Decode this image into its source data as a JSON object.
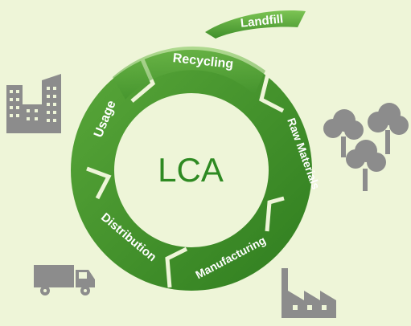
{
  "diagram": {
    "center_label": "LCA",
    "stages": [
      {
        "key": "recycling",
        "label": "Recycling"
      },
      {
        "key": "raw",
        "label": "Raw Materials"
      },
      {
        "key": "manufacturing",
        "label": "Manufacturing"
      },
      {
        "key": "distribution",
        "label": "Distribution"
      },
      {
        "key": "usage",
        "label": "Usage"
      }
    ],
    "exit": {
      "label": "Landfill"
    }
  },
  "colors": {
    "background": "#eef5d8",
    "ring_dark": "#2f7d1f",
    "ring_light": "#6cb545",
    "center_text": "#2e8a22",
    "icon_gray": "#8c8c8c"
  },
  "icons": [
    "city-buildings-icon",
    "trees-icon",
    "factory-icon",
    "truck-icon"
  ]
}
